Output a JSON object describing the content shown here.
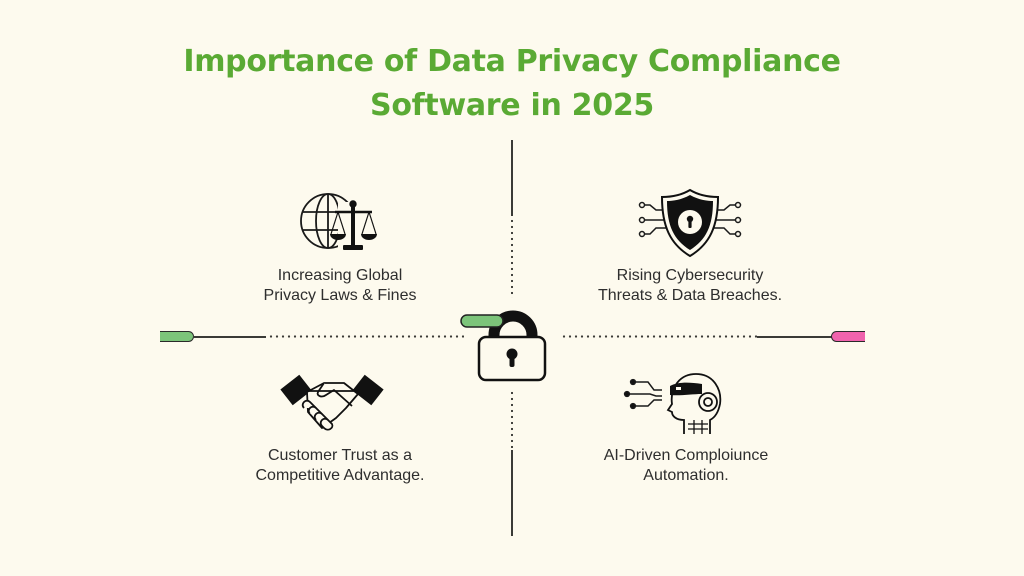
{
  "title": {
    "line1": "Importance of Data Privacy Compliance",
    "line2": "Software in 2025",
    "color": "#5aaa34"
  },
  "quadrants": [
    {
      "position": "top-left",
      "icon": "globe-scales-icon",
      "line1": "Increasing Global",
      "line2": "Privacy Laws & Fines"
    },
    {
      "position": "top-right",
      "icon": "shield-keyhole-circuit-icon",
      "line1": "Rising Cybersecurity",
      "line2": "Threats & Data Breaches."
    },
    {
      "position": "bottom-left",
      "icon": "handshake-icon",
      "line1": "Customer Trust as a",
      "line2": "Competitive Advantage."
    },
    {
      "position": "bottom-right",
      "icon": "ai-robot-head-icon",
      "line1": "AI-Driven Comploiunce",
      "line2": "Automation."
    }
  ],
  "center": {
    "icon": "padlock-icon"
  },
  "colors": {
    "background": "#fdfaee",
    "left_pill": "#7cc47a",
    "right_pill": "#f063ad",
    "lock_shackle_accent": "#7cc47a",
    "lines": "#3a3a36"
  }
}
